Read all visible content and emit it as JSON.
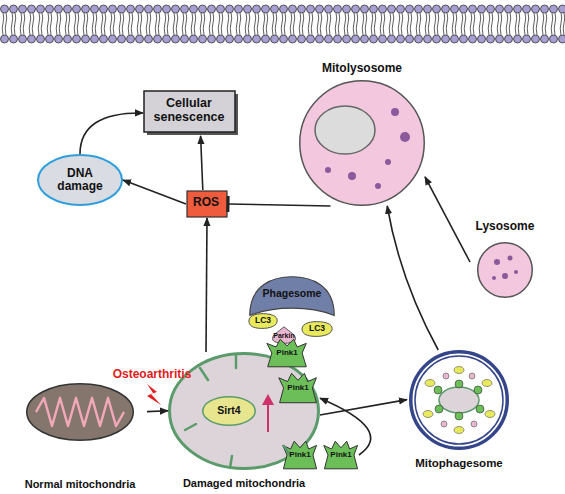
{
  "diagram": {
    "nodes": [
      {
        "text": [
          "Cellular senescence"
        ]
      },
      {
        "text": [
          "Mitolysosome"
        ]
      },
      {
        "text": [
          "DNA damage"
        ]
      },
      {
        "text": [
          "ROS"
        ]
      },
      {
        "text": [
          "Lysosome"
        ]
      },
      {
        "text": [
          "Phagesome"
        ]
      },
      {
        "text": [
          "LC3"
        ]
      },
      {
        "text": [
          "LC3"
        ]
      },
      {
        "text": [
          "Parkin"
        ]
      },
      {
        "text": [
          "Normal mitochondria"
        ]
      },
      {
        "text": [
          "Damaged mitochondria"
        ]
      },
      {
        "text": [
          "Sirt4"
        ],
        "in": 10
      },
      {
        "text": [
          "Pink1"
        ]
      },
      {
        "text": [
          "Pink1"
        ]
      },
      {
        "text": [
          "Mitophagesome"
        ]
      },
      {
        "text": [
          "Pink1"
        ]
      },
      {
        "text": [
          "Pink1"
        ]
      }
    ],
    "edges": [
      {
        "from": 2,
        "to": 0,
        "arrow": "to"
      },
      {
        "from": 3,
        "to": 2,
        "arrow": "to"
      },
      {
        "from": 3,
        "to": 0,
        "arrow": "to"
      },
      {
        "from": 10,
        "to": 3,
        "arrow": "to"
      },
      {
        "from": 1,
        "to": 3,
        "arrow": "to"
      },
      {
        "from": 9,
        "to": 10,
        "arrow": "to"
      },
      {
        "from": 10,
        "to": 14,
        "arrow": "to"
      },
      {
        "from": 14,
        "to": 1,
        "arrow": "to"
      },
      {
        "from": 4,
        "to": 1,
        "arrow": "to"
      },
      {
        "from": 16,
        "to": 10,
        "arrow": "to"
      }
    ],
    "labels": [
      "Osteoarthritis"
    ]
  }
}
